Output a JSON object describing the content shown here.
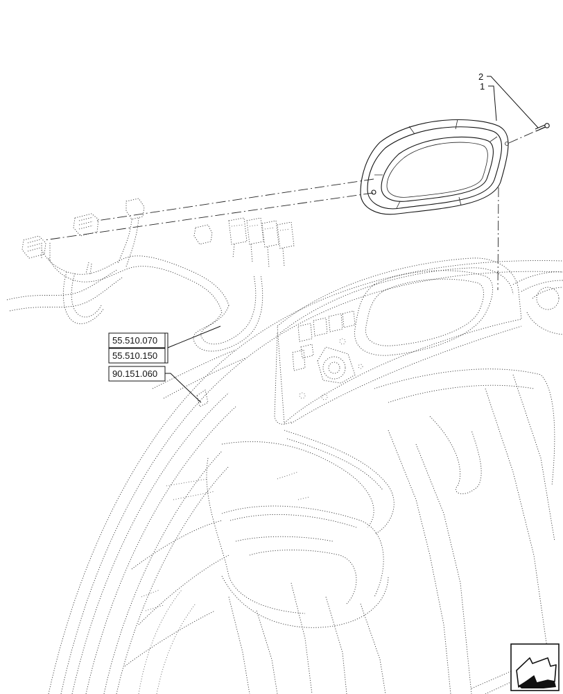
{
  "callouts": [
    {
      "id": "callout-1",
      "label": "1"
    },
    {
      "id": "callout-2",
      "label": "2"
    }
  ],
  "references": [
    {
      "id": "ref-55-510-070",
      "label": "55.510.070"
    },
    {
      "id": "ref-55-510-150",
      "label": "55.510.150"
    },
    {
      "id": "ref-90-151-060",
      "label": "90.151.060"
    }
  ],
  "icons": {
    "navigation": "arrow-left-down-icon"
  }
}
